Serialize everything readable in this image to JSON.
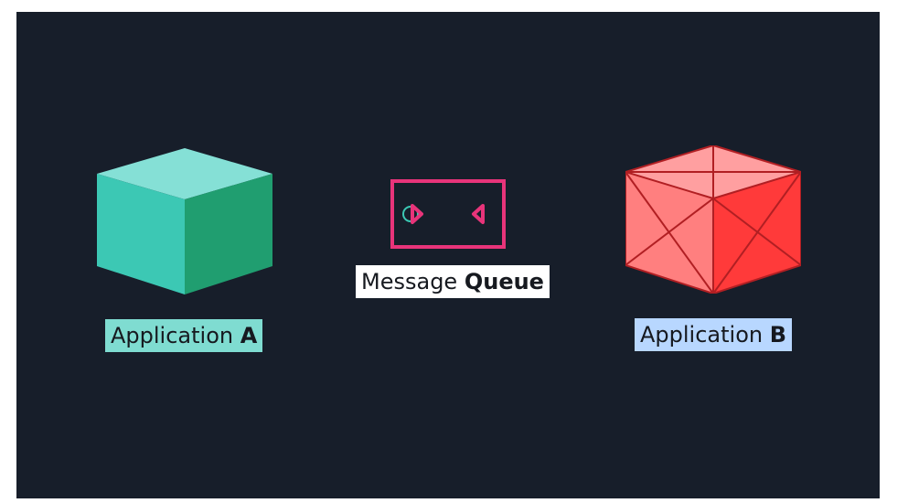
{
  "colors": {
    "background": "#171e2a",
    "app_a_top": "#85e0d6",
    "app_a_left": "#3cc8b4",
    "app_a_right": "#209e70",
    "app_b_top": "#ff9fa0",
    "app_b_left": "#ff7f7f",
    "app_b_right": "#ff3a3a",
    "app_b_edges": "#b11f23",
    "queue_stroke": "#e8347a",
    "queue_message_dot": "#3cc8b4",
    "label_a_bg": "#7fdcd1",
    "label_b_bg": "#b8d7ff",
    "label_queue_bg": "#ffffff"
  },
  "application_a": {
    "label_text": "Application",
    "label_bold": "A",
    "icon": "cube-icon"
  },
  "message_queue": {
    "label_text": "Message",
    "label_bold": "Queue",
    "icon": "queue-icon"
  },
  "application_b": {
    "label_text": "Application",
    "label_bold": "B",
    "icon": "wireframe-cube-icon"
  }
}
